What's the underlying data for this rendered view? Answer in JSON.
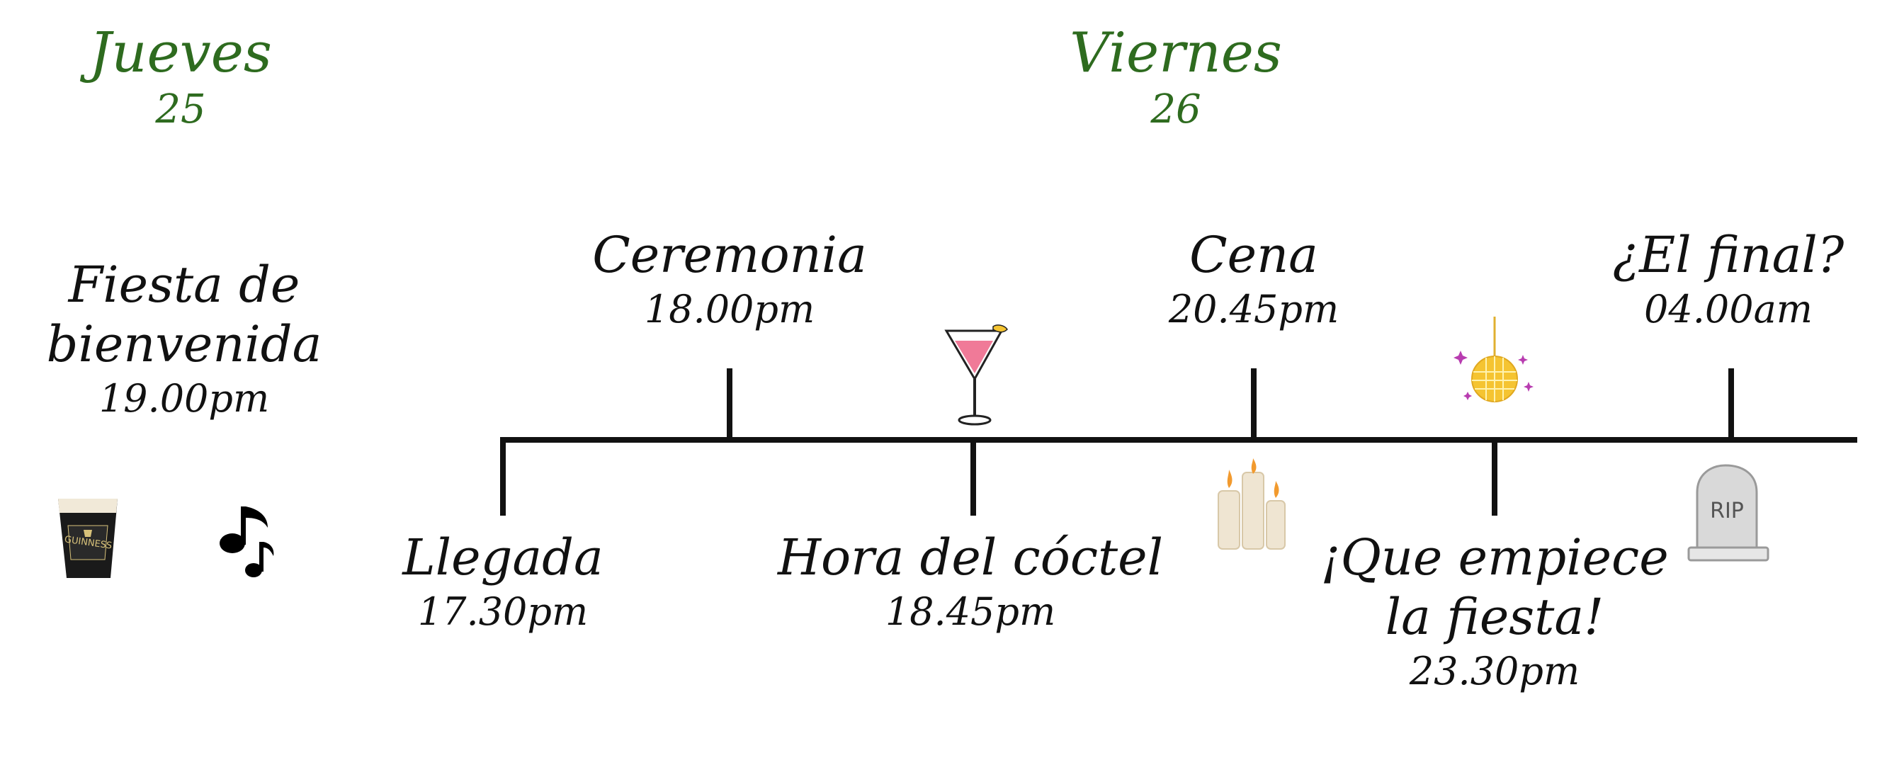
{
  "days": {
    "thursday": {
      "name": "Jueves",
      "number": "25"
    },
    "friday": {
      "name": "Viernes",
      "number": "26"
    }
  },
  "welcome": {
    "title_line1": "Fiesta de",
    "title_line2": "bienvenida",
    "time": "19.00pm"
  },
  "events_above": [
    {
      "title": "Ceremonia",
      "time": "18.00pm"
    },
    {
      "title": "Cena",
      "time": "20.45pm"
    },
    {
      "title": "¿El final?",
      "time": "04.00am"
    }
  ],
  "events_below": [
    {
      "title": "Llegada",
      "time": "17.30pm"
    },
    {
      "title": "Hora del cóctel",
      "time": "18.45pm"
    },
    {
      "title_line1": "¡Que empiece",
      "title_line2": "la fiesta!",
      "time": "23.30pm"
    }
  ],
  "icons": {
    "beer": "guinness-pint-icon",
    "music": "music-notes-icon",
    "cocktail": "cocktail-glass-icon",
    "candles": "candles-icon",
    "disco": "disco-ball-icon",
    "tombstone": "tombstone-icon"
  },
  "beer_label": "GUINNESS",
  "tombstone_label": "RIP",
  "colors": {
    "day_text": "#2e6b1f",
    "ink": "#111111",
    "cocktail": "#f07a98",
    "disco": "#f5c431",
    "sparkle": "#b83cb0"
  }
}
